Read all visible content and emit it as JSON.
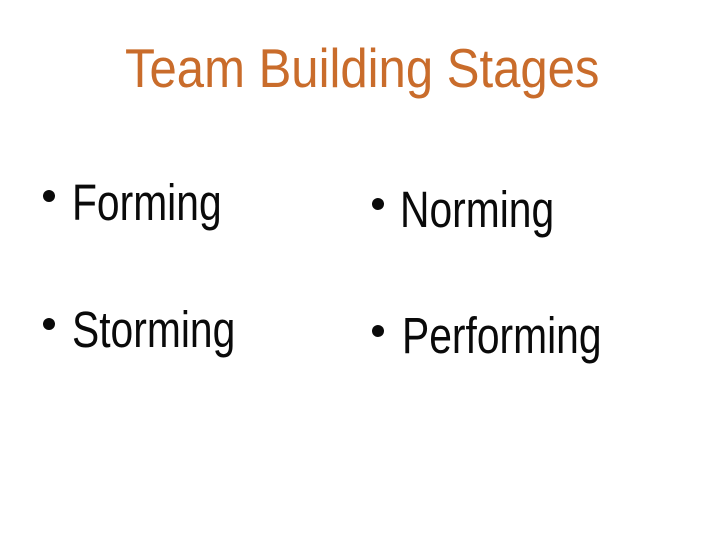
{
  "theme": {
    "background": "#FFFFFF",
    "accent": "#C96C2B",
    "text": "#0A0A0A"
  },
  "slide": {
    "title": "Team Building Stages",
    "bullets_left": [
      "Forming",
      "Storming"
    ],
    "bullets_right": [
      "Norming",
      "Performing"
    ]
  }
}
